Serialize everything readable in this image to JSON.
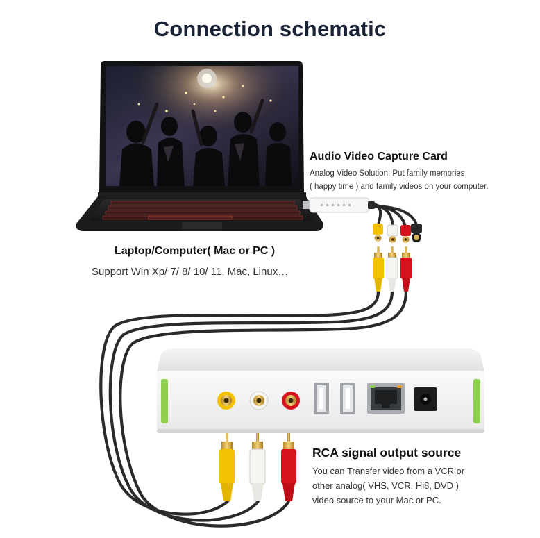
{
  "title": "Connection schematic",
  "capture_card": {
    "title": "Audio Video Capture Card",
    "description_lines": [
      "Analog Video Solution: Put family memories",
      "( happy time ) and family videos on your computer."
    ]
  },
  "laptop": {
    "title": "Laptop/Computer( Mac or PC )",
    "description": "Support Win Xp/ 7/ 8/ 10/ 11, Mac, Linux…"
  },
  "source": {
    "title": "RCA signal output source",
    "description_lines": [
      "You can Transfer video from a VCR or",
      "other analog( VHS, VCR, Hi8, DVD )",
      "video source to your Mac or PC."
    ]
  },
  "colors": {
    "title": "#1b2336",
    "rca_yellow": "#f2c200",
    "rca_white": "#f4f4f0",
    "rca_red": "#d8121c",
    "source_box_accent": "#8fd14f",
    "cable": "#2a2a2a"
  },
  "icons": [
    "laptop-icon",
    "capture-card-icon",
    "rca-plug-icon",
    "usb-port-icon",
    "ethernet-port-icon",
    "power-jack-icon"
  ]
}
